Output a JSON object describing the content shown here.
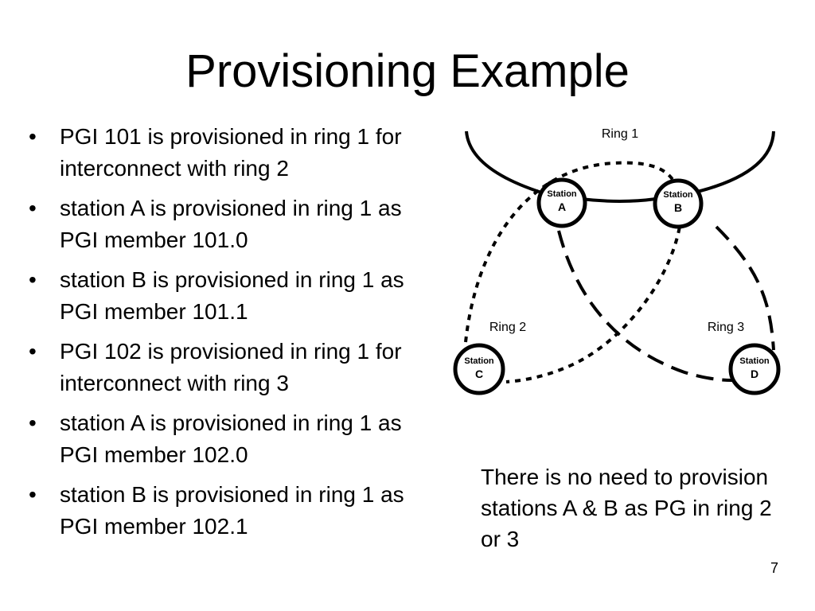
{
  "title": "Provisioning Example",
  "bullets": [
    {
      "marker": "•",
      "text": "PGI 101 is provisioned in ring 1 for interconnect with ring 2"
    },
    {
      "marker": "•",
      "text": "station A is provisioned in ring 1 as PGI member 101.0"
    },
    {
      "marker": "•",
      "text": "station B is provisioned in ring 1 as PGI member 101.1"
    },
    {
      "marker": "•",
      "text": "PGI 102 is provisioned in ring 1 for interconnect with ring 3"
    },
    {
      "marker": "•",
      "text": "station A is provisioned in ring 1 as PGI member 102.0"
    },
    {
      "marker": "•",
      "text": "station B is provisioned in ring 1 as PGI member 102.1"
    }
  ],
  "diagram": {
    "rings": {
      "ring1": "Ring 1",
      "ring2": "Ring 2",
      "ring3": "Ring 3"
    },
    "stations": {
      "a": {
        "label": "Station",
        "letter": "A"
      },
      "b": {
        "label": "Station",
        "letter": "B"
      },
      "c": {
        "label": "Station",
        "letter": "C"
      },
      "d": {
        "label": "Station",
        "letter": "D"
      }
    }
  },
  "note": "There is no need to provision stations A & B as PG in ring 2 or 3",
  "page_number": "7"
}
